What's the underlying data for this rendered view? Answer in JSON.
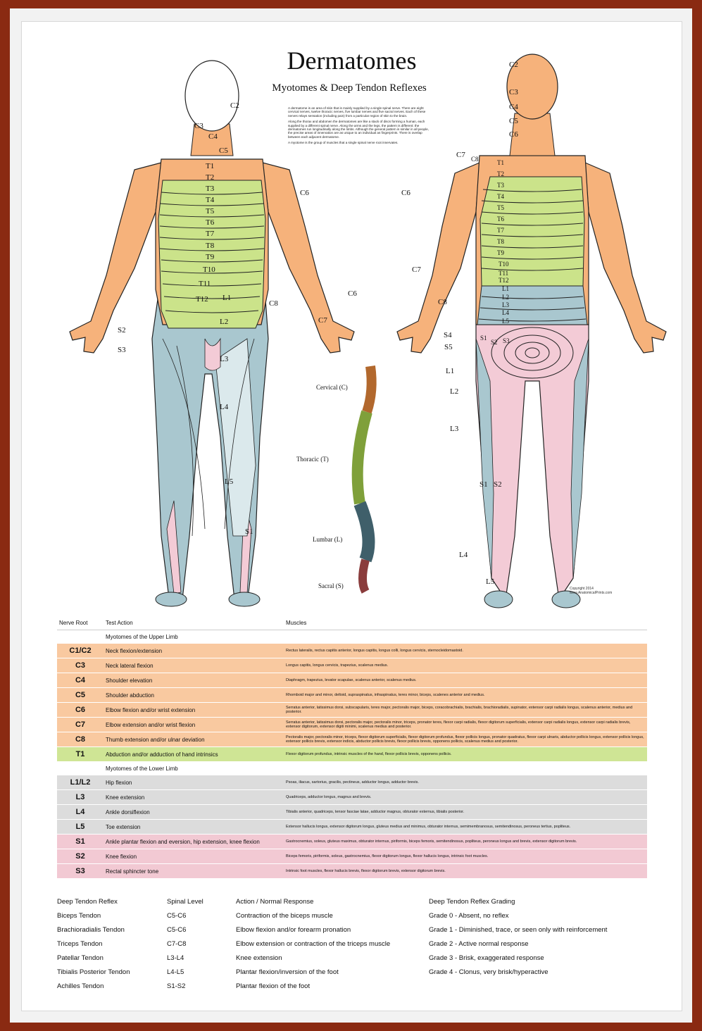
{
  "title": "Dermatomes",
  "subtitle": "Myotomes & Deep Tendon Reflexes",
  "intro": [
    "A dermatome is an area of skin that is mainly supplied by a single spinal nerve. There are eight cervical nerves, twelve thoracic nerves, five lumbar nerves and five sacral nerves. Each of these nerves relays sensation (including pain) from a particular region of skin to the brain.",
    "Along the thorax and abdomen the dermatomes are like a stack of discs forming a human, each supplied by a different spinal nerve. Along the arms and the legs, the pattern is different: the dermatomes run longitudinally along the limbs. Although the general pattern is similar in all people, the precise areas of innervation are as unique to an individual as fingerprints. There is overlap between each adjacent dermatome.",
    "A myotome is the group of muscles that a single spinal nerve root innervates."
  ],
  "colors": {
    "cervical": "#f6b27b",
    "thoracic": "#cbe38a",
    "lumbar": "#a9c7cf",
    "sacral": "#f3cbd6",
    "frame": "#8a2a12"
  },
  "front_labels": {
    "c2": "C2",
    "c3": "C3",
    "c4": "C4",
    "c5": "C5",
    "c6": "C6",
    "c6b": "C6",
    "c7": "C7",
    "c8": "C8",
    "t1": "T1",
    "t2": "T2",
    "t3": "T3",
    "t4": "T4",
    "t5": "T5",
    "t6": "T6",
    "t7": "T7",
    "t8": "T8",
    "t9": "T9",
    "t10": "T10",
    "t11": "T11",
    "t12": "T12",
    "l1": "L1",
    "l2": "L2",
    "l3": "L3",
    "l4": "L4",
    "l5": "L5",
    "s1": "S1",
    "s2": "S2",
    "s3": "S3"
  },
  "back_labels": {
    "c2": "C2",
    "c3": "C3",
    "c4": "C4",
    "c5": "C5",
    "c6": "C6",
    "c6b": "C6",
    "c7": "C7",
    "c7b": "C7",
    "c8": "C8",
    "c8b": "C8",
    "t1": "T1",
    "t2": "T2",
    "t3": "T3",
    "t4": "T4",
    "t5": "T5",
    "t6": "T6",
    "t7": "T7",
    "t8": "T8",
    "t9": "T9",
    "t10": "T10",
    "t11": "T11",
    "t12": "T12",
    "l1": "L1",
    "l2": "L2",
    "l3": "L3",
    "l4": "L4",
    "l5": "L5",
    "ll1": "L1",
    "ll2": "L2",
    "ll3": "L3",
    "ll4": "L4",
    "ll5": "L5",
    "s1": "S1",
    "s2": "S2",
    "s3": "S3",
    "s4": "S4",
    "s5": "S5",
    "sl1": "S1",
    "sl2": "S2"
  },
  "spine": {
    "cervical": "Cervical (C)",
    "thoracic": "Thoracic (T)",
    "lumbar": "Lumbar (L)",
    "sacral": "Sacral (S)"
  },
  "copyright": [
    "Copyright 2014",
    "www.AnatomicalPrints.com"
  ],
  "myotomes": {
    "headers": {
      "root": "Nerve Root",
      "action": "Test Action",
      "muscles": "Muscles"
    },
    "upper_title": "Myotomes of the Upper Limb",
    "lower_title": "Myotomes of the Lower Limb",
    "upper": [
      {
        "root": "C1/C2",
        "action": "Neck flexion/extension",
        "muscles": "Rectus lateralis, rectus capitis anterior, longus capitis, longus colli, longus cervicis, sternocleidomastoid.",
        "kind": "c"
      },
      {
        "root": "C3",
        "action": "Neck lateral flexion",
        "muscles": "Longus capitis, longus cervicis, trapezius, scalenus medius.",
        "kind": "c"
      },
      {
        "root": "C4",
        "action": "Shoulder elevation",
        "muscles": "Diaphragm, trapezius, levator scapulae, scalenus anterior, scalenus medius.",
        "kind": "c"
      },
      {
        "root": "C5",
        "action": "Shoulder abduction",
        "muscles": "Rhomboid major and minor, deltoid, supraspinatus, infraspinatus, teres minor, biceps, scalenes anterior and medius.",
        "kind": "c"
      },
      {
        "root": "C6",
        "action": "Elbow flexion and/or wrist extension",
        "muscles": "Serratus anterior, latissimus dorsi, subscapularis, teres major, pectoralis major, biceps, coracobrachialis, brachialis, brachioradialis, supinator, extensor carpi radialis longus, scalenus anterior, medius and posterior.",
        "kind": "c"
      },
      {
        "root": "C7",
        "action": "Elbow extension and/or wrist flexion",
        "muscles": "Serratus anterior, latissimus dorsi, pectoralis major, pectoralis minor, triceps, pronator teres, flexor carpi radialis, flexor digitorum superficialis, extensor carpi radialis longus, extensor carpi radialis brevis, extensor digitorum, extensor digiti minimi, scalenus medius and posterior.",
        "kind": "c"
      },
      {
        "root": "C8",
        "action": "Thumb extension and/or ulnar deviation",
        "muscles": "Pectoralis major, pectoralis minor, triceps, flexor digitorum superficialis, flexor digitorum profundus, flexor pollicis longus, pronator quadratus, flexor carpi ulnaris, abductor pollicis longus, extensor pollicis longus, extensor pollicis brevis, extensor indicis, abductor pollicis brevis, flexor pollicis brevis, opponens pollicis, scalenus medius and posterior.",
        "kind": "c"
      },
      {
        "root": "T1",
        "action": "Abduction and/or adduction of hand intrinsics",
        "muscles": "Flexor digitorum profundus, intrinsic muscles of the hand, flexor pollicis brevis, opponens pollicis.",
        "kind": "t"
      }
    ],
    "lower": [
      {
        "root": "L1/L2",
        "action": "Hip flexion",
        "muscles": "Psoas, iliacus, sartorius, gracilis, pectineus, adductor longus, adductor brevis.",
        "kind": "l"
      },
      {
        "root": "L3",
        "action": "Knee extension",
        "muscles": "Quadriceps, adductor longus, magnus and brevis.",
        "kind": "l"
      },
      {
        "root": "L4",
        "action": "Ankle dorsiflexion",
        "muscles": "Tibialis anterior, quadriceps, tensor fasciae latae, adductor magnus, obturator externus, tibialis posterior.",
        "kind": "l"
      },
      {
        "root": "L5",
        "action": "Toe extension",
        "muscles": "Extensor hallucis longus, extensor digitorum longus, gluteus medius and minimus, obturator internus, semimembranosus, semitendinosus, peroneus tertius, popliteus.",
        "kind": "l"
      },
      {
        "root": "S1",
        "action": "Ankle plantar flexion and eversion, hip extension, knee flexion",
        "muscles": "Gastrocnemius, soleus, gluteus maximus, obturator internus, piriformis, biceps femoris, semitendinosus, popliteus, peroneus longus and brevis, extensor digitorum brevis.",
        "kind": "s"
      },
      {
        "root": "S2",
        "action": "Knee flexion",
        "muscles": "Biceps femoris, piriformis, soleus, gastrocnemius, flexor digitorum longus, flexor hallucis longus, intrinsic foot muscles.",
        "kind": "s"
      },
      {
        "root": "S3",
        "action": "Rectal sphincter tone",
        "muscles": "Intrinsic foot muscles, flexor hallucis brevis, flexor digitorum brevis, extensor digitorum brevis.",
        "kind": "s"
      }
    ]
  },
  "reflexes": {
    "headers": {
      "reflex": "Deep Tendon Reflex",
      "level": "Spinal Level",
      "response": "Action / Normal Response"
    },
    "rows": [
      {
        "reflex": "Biceps Tendon",
        "level": "C5-C6",
        "response": "Contraction of the biceps muscle"
      },
      {
        "reflex": "Brachioradialis Tendon",
        "level": "C5-C6",
        "response": "Elbow flexion and/or forearm pronation"
      },
      {
        "reflex": "Triceps Tendon",
        "level": "C7-C8",
        "response": "Elbow extension or contraction of the triceps muscle"
      },
      {
        "reflex": "Patellar Tendon",
        "level": "L3-L4",
        "response": "Knee extension"
      },
      {
        "reflex": "Tibialis Posterior Tendon",
        "level": "L4-L5",
        "response": "Plantar flexion/inversion of the foot"
      },
      {
        "reflex": "Achilles Tendon",
        "level": "S1-S2",
        "response": "Plantar flexion of the foot"
      }
    ]
  },
  "grading": {
    "header": "Deep Tendon Reflex Grading",
    "rows": [
      "Grade 0 - Absent, no reflex",
      "Grade 1 - Diminished, trace, or seen only with reinforcement",
      "Grade 2 - Active normal response",
      "Grade 3 - Brisk, exaggerated response",
      "Grade 4 - Clonus, very brisk/hyperactive"
    ]
  }
}
